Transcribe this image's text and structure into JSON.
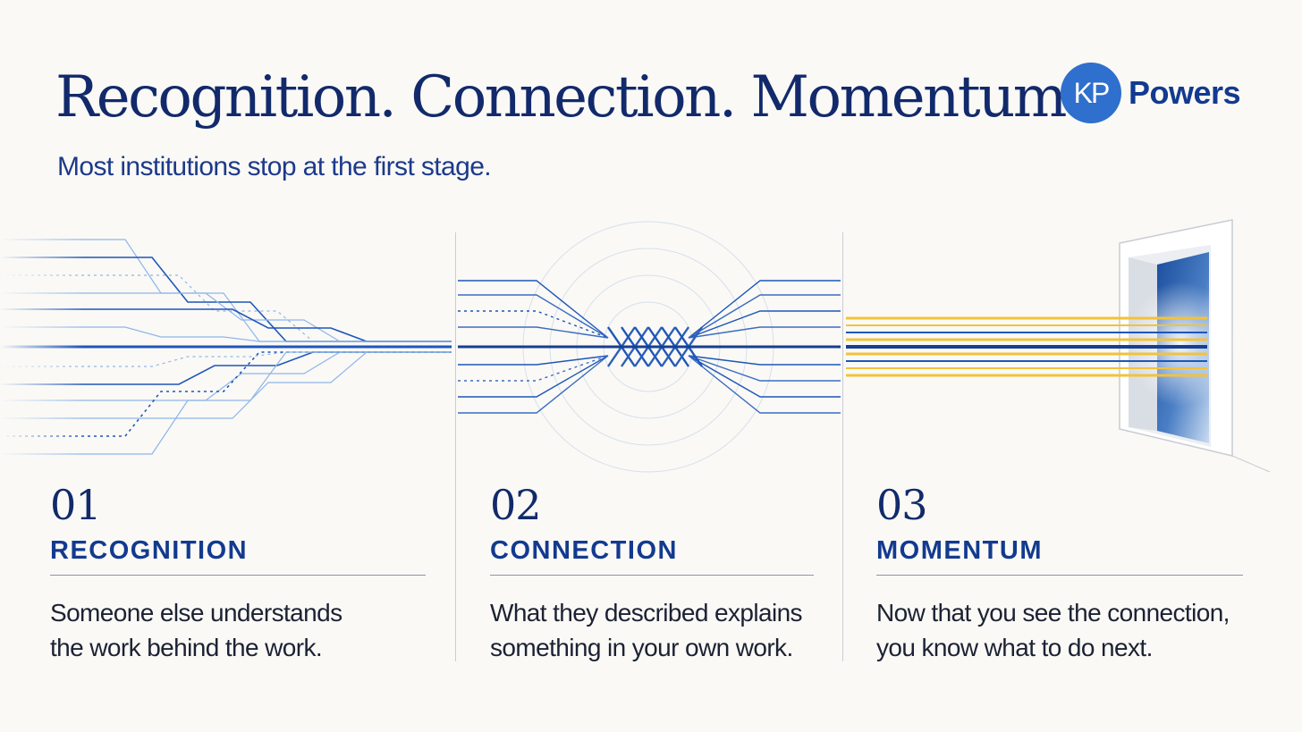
{
  "header": {
    "title": "Recognition. Connection. Momentum.",
    "subtitle": "Most institutions stop at the first stage."
  },
  "brand": {
    "initials": "KP",
    "name": "Powers"
  },
  "stages": [
    {
      "number": "01",
      "title": "RECOGNITION",
      "description": "Someone else understands\nthe work behind the work."
    },
    {
      "number": "02",
      "title": "CONNECTION",
      "description": "What they described explains\nsomething in your own work."
    },
    {
      "number": "03",
      "title": "MOMENTUM",
      "description": "Now that you see the connection,\nyou know what to do next."
    }
  ],
  "colors": {
    "navy": "#122a6b",
    "brand_blue": "#2f6fcd",
    "line_blue": "#1e56b8",
    "light_line": "#8fb6e8",
    "gold": "#f2c23a",
    "background": "#faf9f6"
  },
  "icons": {
    "stage1": "converging-lines-icon",
    "stage2": "woven-knot-icon",
    "stage3": "open-doorway-icon"
  }
}
